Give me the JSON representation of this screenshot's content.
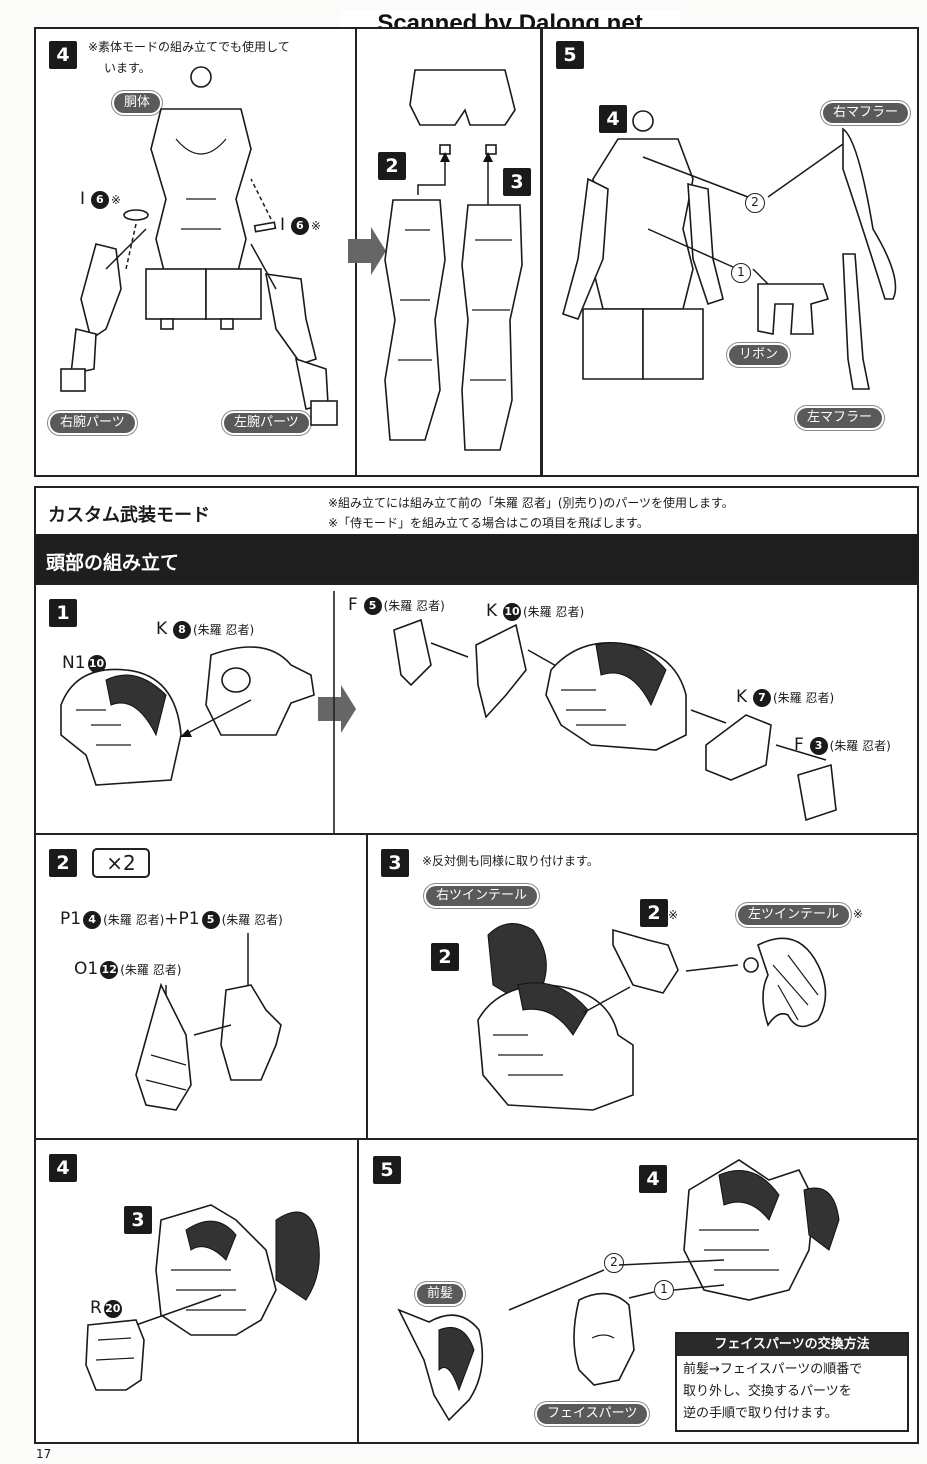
{
  "watermark": "Scanned by Dalong.net",
  "page_number": "17",
  "top": {
    "step4": {
      "num": "4",
      "note_line1": "※素体モードの組み立てでも使用して",
      "note_line2": "います。",
      "torso_label": "胴体",
      "part_left": "I",
      "part_left_num": "6",
      "part_left_mark": "※",
      "part_right": "I",
      "part_right_num": "6",
      "part_right_mark": "※",
      "right_arm_label": "右腕パーツ",
      "left_arm_label": "左腕パーツ",
      "leg_num_a": "2",
      "leg_num_b": "3"
    },
    "step5": {
      "num": "5",
      "body_num": "4",
      "right_muffler_label": "右マフラー",
      "left_muffler_label": "左マフラー",
      "ribbon_label": "リボン",
      "order_1": "1",
      "order_2": "2"
    }
  },
  "section": {
    "title": "カスタム武装モード",
    "note_line1": "※組み立てには組み立て前の「朱羅 忍者」(別売り)のパーツを使用します。",
    "note_line2": "※「侍モード」を組み立てる場合はこの項目を飛ばします。",
    "subtitle": "頭部の組み立て"
  },
  "head": {
    "step1": {
      "num": "1",
      "n1_part": "N1",
      "n1_num": "10",
      "k8_part": "K",
      "k8_num": "8",
      "k8_note": "(朱羅 忍者)",
      "f5_part": "F",
      "f5_num": "5",
      "f5_note": "(朱羅 忍者)",
      "k10_part": "K",
      "k10_num": "10",
      "k10_note": "(朱羅 忍者)",
      "k7_part": "K",
      "k7_num": "7",
      "k7_note": "(朱羅 忍者)",
      "f3_part": "F",
      "f3_num": "3",
      "f3_note": "(朱羅 忍者)"
    },
    "step2": {
      "num": "2",
      "multiplier": "×2",
      "p1a_part": "P1",
      "p1a_num": "4",
      "p1a_note": "(朱羅 忍者)",
      "plus": "+",
      "p1b_part": "P1",
      "p1b_num": "5",
      "p1b_note": "(朱羅 忍者)",
      "o1_part": "O1",
      "o1_num": "12",
      "o1_note": "(朱羅 忍者)"
    },
    "step3": {
      "num": "3",
      "note": "※反対側も同様に取り付けます。",
      "right_twintail": "右ツインテール",
      "left_twintail": "左ツインテール",
      "left_twintail_mark": "※",
      "sub_num_2a": "2",
      "sub_num_2b": "2",
      "sub_num_2b_mark": "※"
    },
    "step4": {
      "num": "4",
      "sub_num": "3",
      "r_part": "R",
      "r_num": "20"
    },
    "step5": {
      "num": "5",
      "sub_num": "4",
      "bangs_label": "前髪",
      "face_label": "フェイスパーツ",
      "order_1": "1",
      "order_2": "2",
      "box_title": "フェイスパーツの交換方法",
      "box_line1": "前髪→フェイスパーツの順番で",
      "box_line2": "取り外し、交換するパーツを",
      "box_line3": "逆の手順で取り付けます。"
    }
  }
}
